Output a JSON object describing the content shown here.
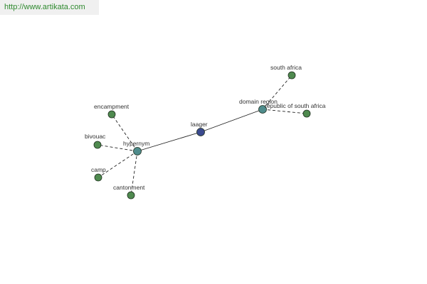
{
  "banner": {
    "url": "http://www.artikata.com"
  },
  "graph": {
    "center": "laager",
    "nodes": [
      {
        "id": "laager",
        "label": "laager",
        "kind": "center",
        "color": "#3b4a8f"
      },
      {
        "id": "hypernym",
        "label": "hypernym",
        "kind": "relation",
        "color": "#4f8c8c"
      },
      {
        "id": "domain_region",
        "label": "domain region",
        "kind": "relation",
        "color": "#4f8c8c"
      },
      {
        "id": "encampment",
        "label": "encampment",
        "kind": "leaf",
        "color": "#4f8a4f"
      },
      {
        "id": "bivouac",
        "label": "bivouac",
        "kind": "leaf",
        "color": "#4f8a4f"
      },
      {
        "id": "camp",
        "label": "camp",
        "kind": "leaf",
        "color": "#4f8a4f"
      },
      {
        "id": "cantonment",
        "label": "cantonment",
        "kind": "leaf",
        "color": "#4f8a4f"
      },
      {
        "id": "south_africa",
        "label": "south africa",
        "kind": "leaf",
        "color": "#4f8a4f"
      },
      {
        "id": "republic_of_south_africa",
        "label": "republic of south africa",
        "kind": "leaf",
        "color": "#4f8a4f"
      }
    ],
    "edges": [
      {
        "from": "laager",
        "to": "hypernym",
        "style": "solid"
      },
      {
        "from": "laager",
        "to": "domain_region",
        "style": "solid"
      },
      {
        "from": "hypernym",
        "to": "encampment",
        "style": "dashed"
      },
      {
        "from": "hypernym",
        "to": "bivouac",
        "style": "dashed"
      },
      {
        "from": "hypernym",
        "to": "camp",
        "style": "dashed"
      },
      {
        "from": "hypernym",
        "to": "cantonment",
        "style": "dashed"
      },
      {
        "from": "domain_region",
        "to": "south_africa",
        "style": "dashed"
      },
      {
        "from": "domain_region",
        "to": "republic_of_south_africa",
        "style": "dashed"
      }
    ]
  }
}
